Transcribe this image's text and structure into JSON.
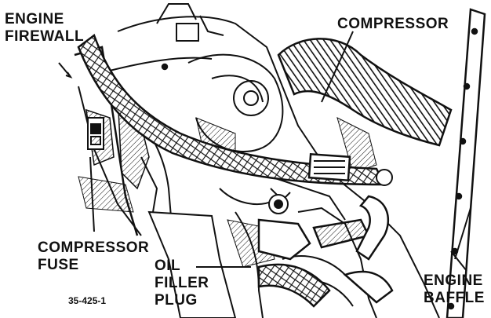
{
  "labels": {
    "engine_firewall": [
      "ENGINE",
      "FIREWALL"
    ],
    "compressor": "COMPRESSOR",
    "compressor_fuse": [
      "COMPRESSOR",
      "FUSE"
    ],
    "oil_filler_plug": [
      "OIL",
      "FILLER",
      "PLUG"
    ],
    "engine_baffle": [
      "ENGINE",
      "BAFFLE"
    ],
    "figure_id": "35-425-1"
  }
}
